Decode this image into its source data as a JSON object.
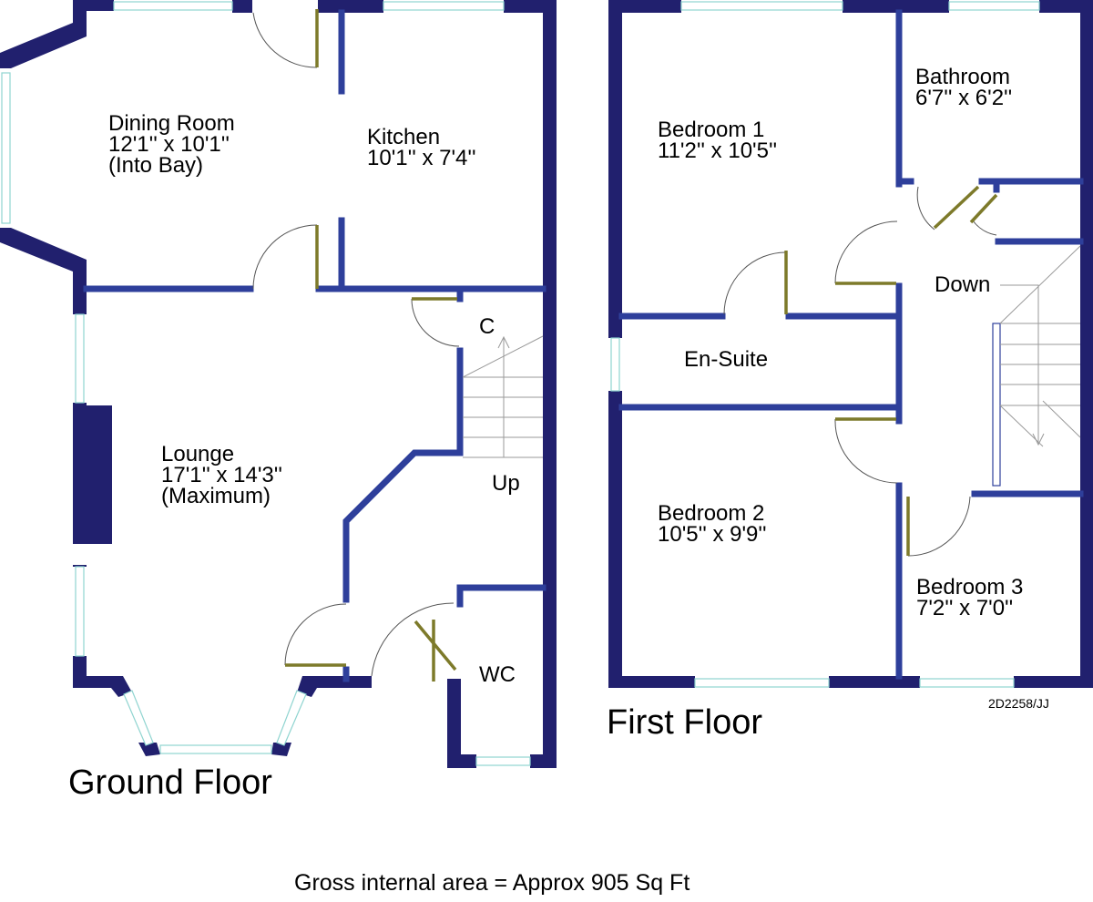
{
  "ground_floor": {
    "title": "Ground Floor",
    "rooms": {
      "dining": {
        "name": "Dining Room",
        "size": "12'1'' x 10'1''",
        "note": "(Into Bay)"
      },
      "kitchen": {
        "name": "Kitchen",
        "size": "10'1'' x 7'4''"
      },
      "lounge": {
        "name": "Lounge",
        "size": "17'1'' x 14'3''",
        "note": "(Maximum)"
      },
      "cupboard": {
        "name": "C"
      },
      "stairs": {
        "name": "Up"
      },
      "wc": {
        "name": "WC"
      }
    }
  },
  "first_floor": {
    "title": "First Floor",
    "rooms": {
      "bedroom1": {
        "name": "Bedroom 1",
        "size": "11'2'' x 10'5''"
      },
      "bathroom": {
        "name": "Bathroom",
        "size": "6'7'' x 6'2''"
      },
      "ensuite": {
        "name": "En-Suite"
      },
      "stairs": {
        "name": "Down"
      },
      "bedroom2": {
        "name": "Bedroom 2",
        "size": "10'5'' x 9'9''"
      },
      "bedroom3": {
        "name": "Bedroom 3",
        "size": "7'2'' x 7'0''"
      }
    }
  },
  "plan_reference": "2D2258/JJ",
  "gross_internal_area": "Gross internal area = Approx 905 Sq Ft",
  "colors": {
    "outer_wall": "#21206e",
    "inner_wall": "#2e3f9b",
    "door_leaf": "#7d7a2a",
    "window_glazing": "#8fd4d0"
  }
}
